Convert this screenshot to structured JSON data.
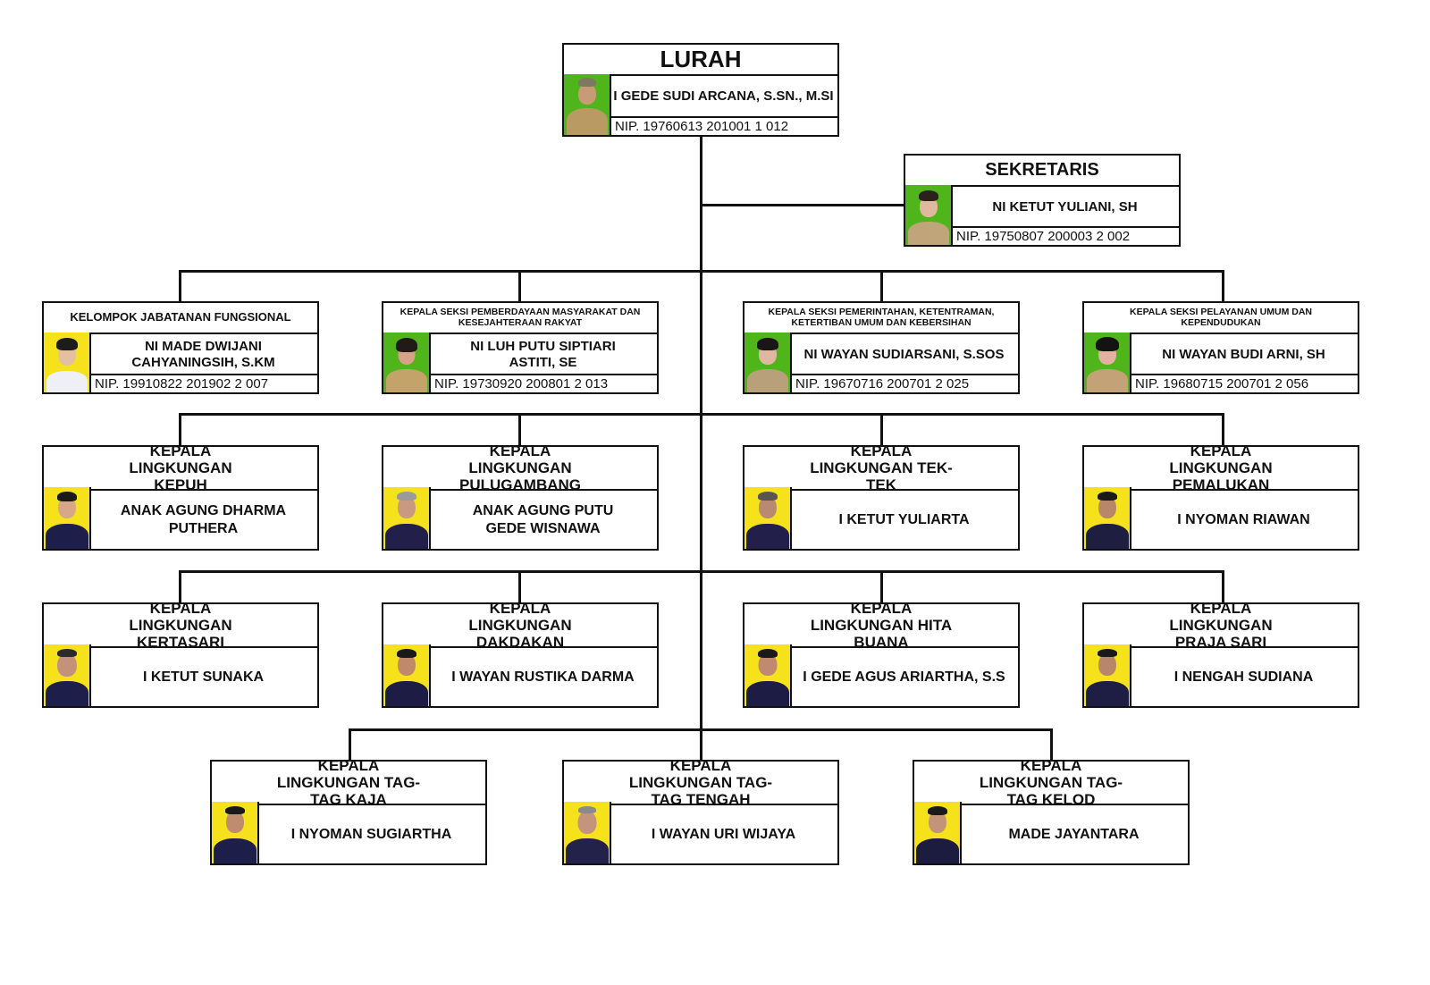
{
  "colors": {
    "line": "#111111",
    "photo_green": "#4fb51a",
    "photo_yellow": "#f5e21a",
    "uniform_khaki": "#b89a62",
    "batik_navy": "#1e1e4a"
  },
  "lurah": {
    "title": "LURAH",
    "name": "I GEDE SUDI ARCANA, S.SN., M.SI",
    "nip": "NIP.  19760613 201001 1 012",
    "photo_icon": "person-photo-green-bg"
  },
  "sekretaris": {
    "title": "SEKRETARIS",
    "name": "NI KETUT YULIANI, SH",
    "nip": "NIP.  19750807 200003 2 002",
    "photo_icon": "person-photo-green-bg"
  },
  "sections": [
    {
      "title": "KELOMPOK JABATANAN FUNGSIONAL",
      "name": "NI MADE DWIJANI CAHYANINGSIH, S.KM",
      "nip": "NIP.  19910822 201902 2 007",
      "photo_icon": "person-photo-yellow-bg"
    },
    {
      "title": "KEPALA SEKSI PEMBERDAYAAN MASYARAKAT DAN KESEJAHTERAAN RAKYAT",
      "name": "NI LUH PUTU SIPTIARI ASTITI, SE",
      "nip": "NIP.  19730920 200801 2 013",
      "photo_icon": "person-photo-green-bg"
    },
    {
      "title": "KEPALA SEKSI PEMERINTAHAN, KETENTRAMAN, KETERTIBAN UMUM DAN KEBERSIHAN",
      "name": "NI WAYAN SUDIARSANI, S.SOS",
      "nip": "NIP.  19670716 200701 2 025",
      "photo_icon": "person-photo-green-bg"
    },
    {
      "title": "KEPALA SEKSI PELAYANAN UMUM DAN KEPENDUDUKAN",
      "name": "NI WAYAN BUDI ARNI, SH",
      "nip": "NIP.  19680715 200701 2 056",
      "photo_icon": "person-photo-green-bg"
    }
  ],
  "lingkungan": [
    {
      "title": "KEPALA LINGKUNGAN KEPUH",
      "name": "ANAK AGUNG DHARMA PUTHERA"
    },
    {
      "title": "KEPALA LINGKUNGAN PULUGAMBANG",
      "name": "ANAK AGUNG PUTU GEDE WISNAWA"
    },
    {
      "title": "KEPALA LINGKUNGAN TEK-TEK",
      "name": "I KETUT YULIARTA"
    },
    {
      "title": "KEPALA LINGKUNGAN PEMALUKAN",
      "name": "I NYOMAN RIAWAN"
    },
    {
      "title": "KEPALA LINGKUNGAN KERTASARI",
      "name": "I KETUT SUNAKA"
    },
    {
      "title": "KEPALA LINGKUNGAN DAKDAKAN",
      "name": "I WAYAN RUSTIKA DARMA"
    },
    {
      "title": "KEPALA LINGKUNGAN HITA BUANA",
      "name": "I GEDE AGUS ARIARTHA, S.S"
    },
    {
      "title": "KEPALA LINGKUNGAN PRAJA SARI",
      "name": "I NENGAH SUDIANA"
    },
    {
      "title": "KEPALA LINGKUNGAN TAG-TAG KAJA",
      "name": "I NYOMAN SUGIARTHA"
    },
    {
      "title": "KEPALA LINGKUNGAN TAG-TAG TENGAH",
      "name": "I WAYAN URI WIJAYA"
    },
    {
      "title": "KEPALA LINGKUNGAN TAG-TAG KELOD",
      "name": "MADE JAYANTARA"
    }
  ]
}
